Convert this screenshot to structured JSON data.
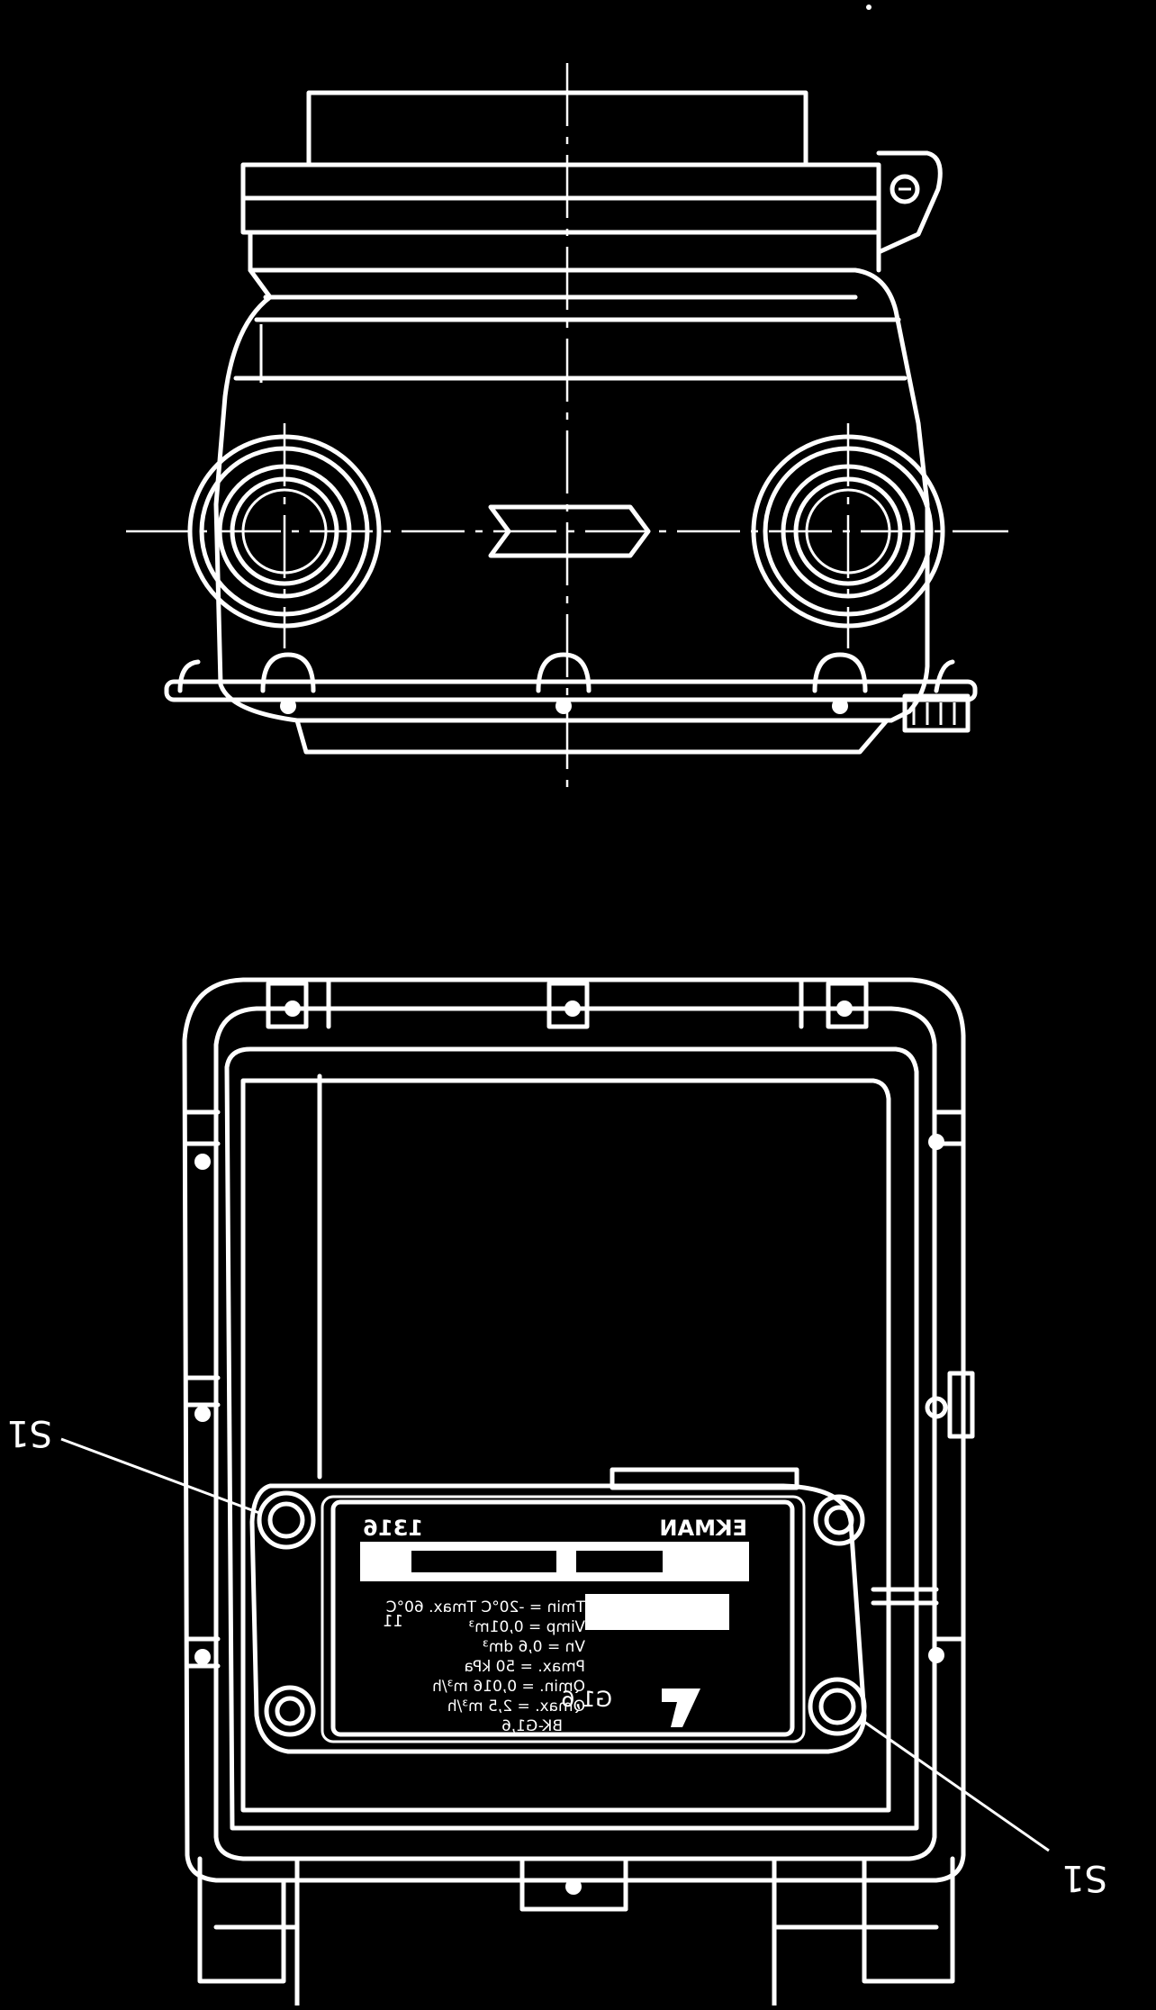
{
  "callouts": {
    "left": "S1",
    "right": "S1"
  },
  "nameplate": {
    "maker": "EKMAN",
    "model_code": "1316",
    "serial_prefix": "11",
    "lines": [
      "Tmin = -20°C  Tmax. 60°C",
      "Vimp = 0,01m³",
      "Vn = 0,6 dm³",
      "Pmax. = 50 kPa",
      "Qmin. = 0,016 m³/h",
      "Qmax. = 2,5 m³/h",
      "BK-G1,6"
    ],
    "size_mark": "G1,6"
  },
  "colors": {
    "background": "#000000",
    "line": "#ffffff"
  }
}
